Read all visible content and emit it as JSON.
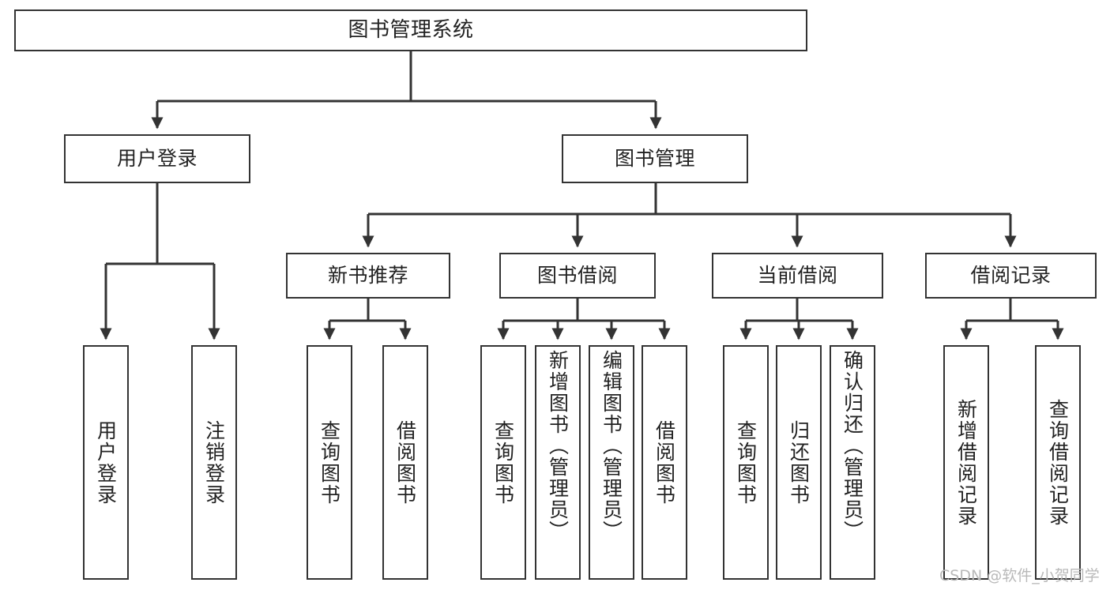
{
  "diagram": {
    "title": "图书管理系统",
    "type": "tree",
    "line_color": "#333333",
    "box_fill": "#ffffff",
    "text_color": "#222222",
    "watermark": "CSDN @软件_小贺同学"
  },
  "nodes": {
    "root": {
      "label": "图书管理系统"
    },
    "level1": [
      {
        "id": "user-login",
        "label": "用户登录"
      },
      {
        "id": "book-manage",
        "label": "图书管理"
      }
    ],
    "level2": [
      {
        "id": "new-book-recommend",
        "label": "新书推荐"
      },
      {
        "id": "book-borrow",
        "label": "图书借阅"
      },
      {
        "id": "current-borrow",
        "label": "当前借阅"
      },
      {
        "id": "borrow-record",
        "label": "借阅记录"
      }
    ],
    "leaves": {
      "user_login": [
        {
          "id": "leaf-user-login",
          "label": "用户登录"
        },
        {
          "id": "leaf-logout-login",
          "label": "注销登录"
        }
      ],
      "new_book_recommend": [
        {
          "id": "leaf-query-book-1",
          "label": "查询图书"
        },
        {
          "id": "leaf-borrow-book-1",
          "label": "借阅图书"
        }
      ],
      "book_borrow": [
        {
          "id": "leaf-query-book-2",
          "label": "查询图书"
        },
        {
          "id": "leaf-add-book",
          "label": "新增图书（管理员）"
        },
        {
          "id": "leaf-edit-book",
          "label": "编辑图书（管理员）"
        },
        {
          "id": "leaf-borrow-book-2",
          "label": "借阅图书"
        }
      ],
      "current_borrow": [
        {
          "id": "leaf-query-book-3",
          "label": "查询图书"
        },
        {
          "id": "leaf-return-book",
          "label": "归还图书"
        },
        {
          "id": "leaf-confirm-return",
          "label": "确认归还（管理员）"
        }
      ],
      "borrow_record": [
        {
          "id": "leaf-add-record",
          "label": "新增借阅记录"
        },
        {
          "id": "leaf-query-record",
          "label": "查询借阅记录"
        }
      ]
    }
  }
}
